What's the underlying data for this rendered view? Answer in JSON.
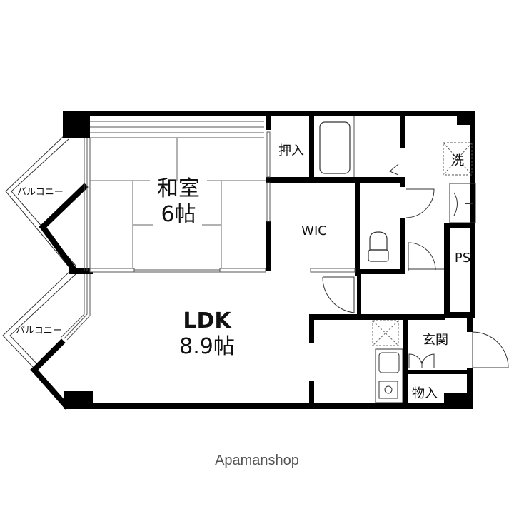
{
  "floorplan": {
    "rooms": {
      "washitsu": {
        "name": "和室",
        "size": "6帖"
      },
      "ldk": {
        "name": "LDK",
        "size": "8.9帖"
      },
      "oshiire": {
        "name": "押入"
      },
      "wic": {
        "name": "WIC"
      },
      "laundry": {
        "name": "洗"
      },
      "ps": {
        "name": "PS"
      },
      "genkan": {
        "name": "玄関"
      },
      "monoire": {
        "name": "物入"
      },
      "balcony_upper": {
        "name": "バルコニー"
      },
      "balcony_lower": {
        "name": "バルコニー"
      }
    },
    "icons": [
      "bathtub-icon",
      "toilet-icon",
      "washbasin-icon",
      "stove-icon",
      "sink-icon",
      "laundry-pan-icon",
      "refrigerator-space-icon"
    ]
  },
  "footer": {
    "brand": "Apamanshop"
  },
  "colors": {
    "wall": "#000000",
    "line": "#555555",
    "text": "#111111",
    "brand": "#555555"
  }
}
